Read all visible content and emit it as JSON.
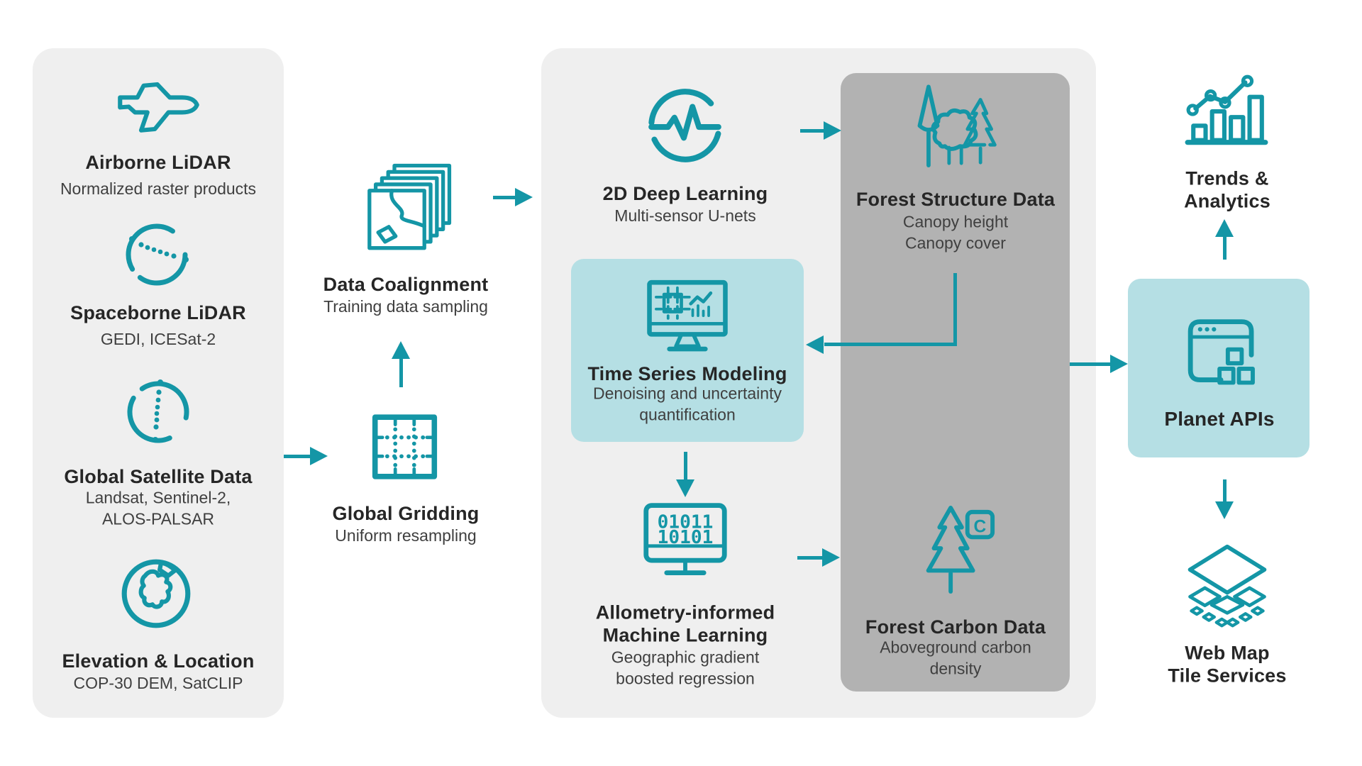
{
  "colors": {
    "teal": "#1496a6",
    "light_teal": "#b5dfe4",
    "panel_gray": "#efefef",
    "dark_gray": "#b2b2b2",
    "heading_text": "#262626",
    "subtitle_text": "#3f3f3f",
    "background": "#ffffff"
  },
  "sources": {
    "airborne": {
      "title": "Airborne LiDAR",
      "subtitle": "Normalized raster products"
    },
    "spaceborne": {
      "title": "Spaceborne LiDAR",
      "subtitle": "GEDI, ICESat-2"
    },
    "satellite": {
      "title": "Global Satellite Data",
      "subtitle": "Landsat, Sentinel-2,\nALOS-PALSAR"
    },
    "elevation": {
      "title": "Elevation & Location",
      "subtitle": "COP-30 DEM, SatCLIP"
    }
  },
  "preprocessing": {
    "coalignment": {
      "title": "Data Coalignment",
      "subtitle": "Training data sampling"
    },
    "gridding": {
      "title": "Global Gridding",
      "subtitle": "Uniform resampling"
    }
  },
  "modeling": {
    "deep_learning": {
      "title": "2D Deep Learning",
      "subtitle": "Multi-sensor U-nets"
    },
    "time_series": {
      "title": "Time Series Modeling",
      "subtitle": "Denoising and uncertainty\nquantification"
    },
    "allometry": {
      "title": "Allometry-informed\nMachine Learning",
      "subtitle": "Geographic gradient\nboosted regression"
    }
  },
  "products": {
    "structure": {
      "title": "Forest Structure Data",
      "subtitle": "Canopy height\nCanopy cover"
    },
    "carbon": {
      "title": "Forest Carbon Data",
      "subtitle": "Aboveground carbon\ndensity"
    }
  },
  "delivery": {
    "trends": {
      "title": "Trends & Analytics"
    },
    "apis": {
      "title": "Planet APIs"
    },
    "tiles": {
      "title": "Web Map\nTile Services"
    }
  },
  "icon_text": {
    "binary_line1": "01011",
    "binary_line2": "10101",
    "carbon_badge": "C"
  }
}
